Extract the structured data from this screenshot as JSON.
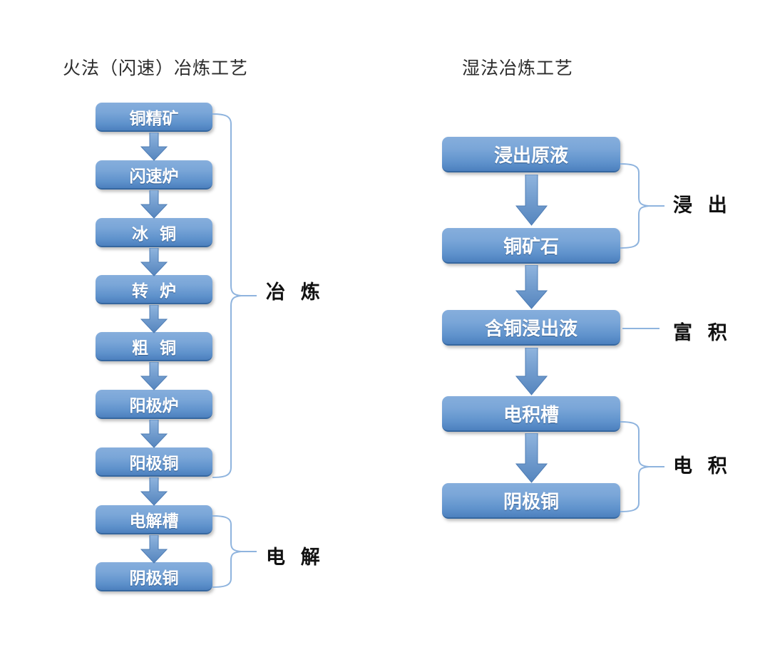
{
  "figure": {
    "type": "flowchart",
    "description": "Copper production process flow comparison: pyrometallurgical (flash smelting) route and hydrometallurgical route",
    "background_color": "#ffffff",
    "node_color_top": "#86AEDC",
    "node_color_bottom": "#4C80BE",
    "node_text_color": "#ffffff",
    "bracket_color": "#8FB4DE",
    "label_text_color": "#111111"
  },
  "columns": [
    {
      "id": "pyro",
      "title": "火法（闪速）冶炼工艺",
      "nodes": [
        {
          "id": "pyro-1",
          "label": "铜精矿"
        },
        {
          "id": "pyro-2",
          "label": "闪速炉"
        },
        {
          "id": "pyro-3",
          "label": "冰  铜"
        },
        {
          "id": "pyro-4",
          "label": "转  炉"
        },
        {
          "id": "pyro-5",
          "label": "粗  铜"
        },
        {
          "id": "pyro-6",
          "label": "阳极炉"
        },
        {
          "id": "pyro-7",
          "label": "阳极铜"
        },
        {
          "id": "pyro-8",
          "label": "电解槽"
        },
        {
          "id": "pyro-9",
          "label": "阴极铜"
        }
      ],
      "groups": [
        {
          "id": "pyro-group-smelt",
          "label": "冶  炼",
          "from": "铜精矿",
          "to": "阳极铜",
          "style": "brace"
        },
        {
          "id": "pyro-group-electro",
          "label": "电  解",
          "from": "电解槽",
          "to": "阴极铜",
          "style": "brace"
        }
      ]
    },
    {
      "id": "hydro",
      "title": "湿法冶炼工艺",
      "nodes": [
        {
          "id": "hydro-1",
          "label": "浸出原液"
        },
        {
          "id": "hydro-2",
          "label": "铜矿石"
        },
        {
          "id": "hydro-3",
          "label": "含铜浸出液"
        },
        {
          "id": "hydro-4",
          "label": "电积槽"
        },
        {
          "id": "hydro-5",
          "label": "阴极铜"
        }
      ],
      "groups": [
        {
          "id": "hydro-group-leach",
          "label": "浸  出",
          "from": "浸出原液",
          "to": "铜矿石",
          "style": "brace"
        },
        {
          "id": "hydro-group-enrich",
          "label": "富  积",
          "from": "含铜浸出液",
          "to": "含铜浸出液",
          "style": "line"
        },
        {
          "id": "hydro-group-electrowin",
          "label": "电  积",
          "from": "电积槽",
          "to": "阴极铜",
          "style": "brace"
        }
      ]
    }
  ]
}
